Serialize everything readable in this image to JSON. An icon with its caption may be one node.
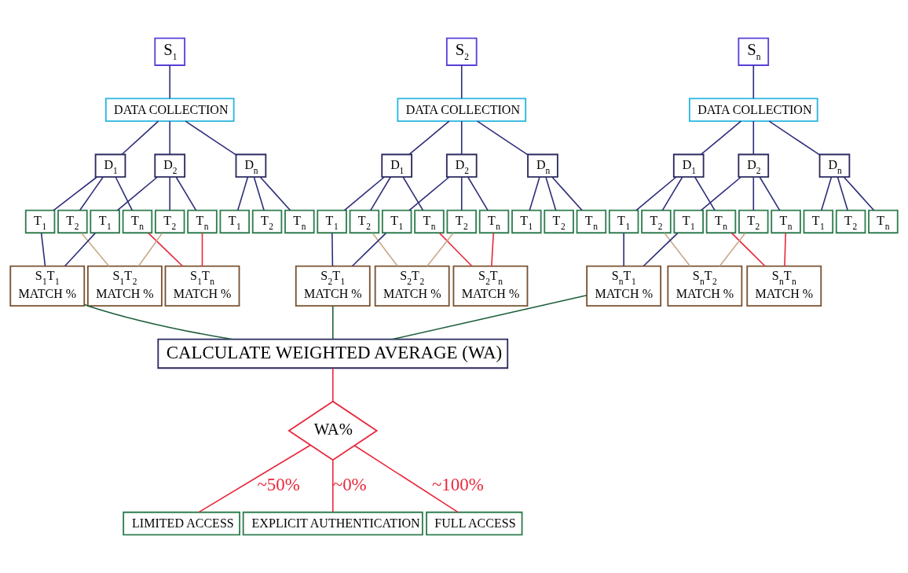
{
  "diagram": {
    "nodes": [
      {
        "text": [
          "S$_{1}$"
        ]
      },
      {
        "text": [
          "DATA COLLECTION"
        ]
      },
      {
        "text": [
          "D$_{1}$"
        ]
      },
      {
        "text": [
          "D$_{2}$"
        ]
      },
      {
        "text": [
          "D$_{n}$"
        ]
      },
      {
        "text": [
          "T$_{1}$"
        ]
      },
      {
        "text": [
          "T$_{2}$"
        ]
      },
      {
        "text": [
          "T$_{n}$"
        ]
      },
      {
        "text": [
          "T$_{1}$"
        ]
      },
      {
        "text": [
          "T$_{2}$"
        ]
      },
      {
        "text": [
          "T$_{n}$"
        ]
      },
      {
        "text": [
          "T$_{1}$"
        ]
      },
      {
        "text": [
          "T$_{2}$"
        ]
      },
      {
        "text": [
          "T$_{n}$"
        ]
      },
      {
        "text": [
          "S$_{1}$T$_{1}$",
          "MATCH %"
        ]
      },
      {
        "text": [
          "S$_{1}$T$_{2}$",
          "MATCH %"
        ]
      },
      {
        "text": [
          "S$_{1}$T$_{n}$",
          "MATCH %"
        ]
      },
      {
        "text": [
          "S$_{2}$"
        ]
      },
      {
        "text": [
          "DATA COLLECTION"
        ]
      },
      {
        "text": [
          "D$_{1}$"
        ]
      },
      {
        "text": [
          "D$_{2}$"
        ]
      },
      {
        "text": [
          "D$_{n}$"
        ]
      },
      {
        "text": [
          "T$_{1}$"
        ]
      },
      {
        "text": [
          "T$_{2}$"
        ]
      },
      {
        "text": [
          "T$_{n}$"
        ]
      },
      {
        "text": [
          "T$_{1}$"
        ]
      },
      {
        "text": [
          "T$_{2}$"
        ]
      },
      {
        "text": [
          "T$_{n}$"
        ]
      },
      {
        "text": [
          "T$_{1}$"
        ]
      },
      {
        "text": [
          "T$_{2}$"
        ]
      },
      {
        "text": [
          "T$_{n}$"
        ]
      },
      {
        "text": [
          "S$_{2}$T$_{1}$",
          "MATCH %"
        ]
      },
      {
        "text": [
          "S$_{2}$T$_{2}$",
          "MATCH %"
        ]
      },
      {
        "text": [
          "S$_{2}$T$_{n}$",
          "MATCH %"
        ]
      },
      {
        "text": [
          "S$_{n}$"
        ]
      },
      {
        "text": [
          "DATA COLLECTION"
        ]
      },
      {
        "text": [
          "D$_{1}$"
        ]
      },
      {
        "text": [
          "D$_{2}$"
        ]
      },
      {
        "text": [
          "D$_{n}$"
        ]
      },
      {
        "text": [
          "T$_{1}$"
        ]
      },
      {
        "text": [
          "T$_{2}$"
        ]
      },
      {
        "text": [
          "T$_{n}$"
        ]
      },
      {
        "text": [
          "T$_{1}$"
        ]
      },
      {
        "text": [
          "T$_{2}$"
        ]
      },
      {
        "text": [
          "T$_{n}$"
        ]
      },
      {
        "text": [
          "T$_{1}$"
        ]
      },
      {
        "text": [
          "T$_{2}$"
        ]
      },
      {
        "text": [
          "T$_{n}$"
        ]
      },
      {
        "text": [
          "S$_{n}$T$_{1}$",
          "MATCH %"
        ]
      },
      {
        "text": [
          "S$_{n}$T$_{2}$",
          "MATCH %"
        ]
      },
      {
        "text": [
          "S$_{n}$T$_{n}$",
          "MATCH %"
        ]
      },
      {
        "text": [
          "CALCULATE WEIGHTED AVERAGE (WA)"
        ]
      },
      {
        "text": [
          "WA%"
        ]
      },
      {
        "text": [
          "LIMITED ACCESS"
        ]
      },
      {
        "text": [
          "EXPLICIT AUTHENTICATION"
        ]
      },
      {
        "text": [
          "FULL ACCESS"
        ]
      }
    ],
    "edges": [
      {
        "from": 0,
        "to": 1,
        "arrow": "none"
      },
      {
        "from": 1,
        "to": 2,
        "arrow": "none"
      },
      {
        "from": 1,
        "to": 3,
        "arrow": "none"
      },
      {
        "from": 1,
        "to": 4,
        "arrow": "none"
      },
      {
        "from": 2,
        "to": 5,
        "arrow": "none"
      },
      {
        "from": 2,
        "to": 6,
        "arrow": "none"
      },
      {
        "from": 2,
        "to": 7,
        "arrow": "none"
      },
      {
        "from": 3,
        "to": 8,
        "arrow": "none"
      },
      {
        "from": 3,
        "to": 9,
        "arrow": "none"
      },
      {
        "from": 3,
        "to": 10,
        "arrow": "none"
      },
      {
        "from": 4,
        "to": 11,
        "arrow": "none"
      },
      {
        "from": 4,
        "to": 12,
        "arrow": "none"
      },
      {
        "from": 4,
        "to": 13,
        "arrow": "none"
      },
      {
        "from": 5,
        "to": 14,
        "arrow": "none"
      },
      {
        "from": 8,
        "to": 14,
        "arrow": "none"
      },
      {
        "from": 6,
        "to": 15,
        "arrow": "none",
        "color": "#c9a98a"
      },
      {
        "from": 9,
        "to": 15,
        "arrow": "none",
        "color": "#c9a98a"
      },
      {
        "from": 7,
        "to": 16,
        "arrow": "none",
        "color": "#e8283c"
      },
      {
        "from": 10,
        "to": 16,
        "arrow": "none",
        "color": "#e8283c"
      },
      {
        "from": 17,
        "to": 18,
        "arrow": "none"
      },
      {
        "from": 18,
        "to": 19,
        "arrow": "none"
      },
      {
        "from": 18,
        "to": 20,
        "arrow": "none"
      },
      {
        "from": 18,
        "to": 21,
        "arrow": "none"
      },
      {
        "from": 19,
        "to": 22,
        "arrow": "none"
      },
      {
        "from": 19,
        "to": 23,
        "arrow": "none"
      },
      {
        "from": 19,
        "to": 24,
        "arrow": "none"
      },
      {
        "from": 20,
        "to": 25,
        "arrow": "none"
      },
      {
        "from": 20,
        "to": 26,
        "arrow": "none"
      },
      {
        "from": 20,
        "to": 27,
        "arrow": "none"
      },
      {
        "from": 21,
        "to": 28,
        "arrow": "none"
      },
      {
        "from": 21,
        "to": 29,
        "arrow": "none"
      },
      {
        "from": 21,
        "to": 30,
        "arrow": "none"
      },
      {
        "from": 22,
        "to": 31,
        "arrow": "none"
      },
      {
        "from": 25,
        "to": 31,
        "arrow": "none"
      },
      {
        "from": 23,
        "to": 32,
        "arrow": "none",
        "color": "#c9a98a"
      },
      {
        "from": 26,
        "to": 32,
        "arrow": "none",
        "color": "#c9a98a"
      },
      {
        "from": 24,
        "to": 33,
        "arrow": "none",
        "color": "#e8283c"
      },
      {
        "from": 27,
        "to": 33,
        "arrow": "none",
        "color": "#e8283c"
      },
      {
        "from": 34,
        "to": 35,
        "arrow": "none"
      },
      {
        "from": 35,
        "to": 36,
        "arrow": "none"
      },
      {
        "from": 35,
        "to": 37,
        "arrow": "none"
      },
      {
        "from": 35,
        "to": 38,
        "arrow": "none"
      },
      {
        "from": 36,
        "to": 39,
        "arrow": "none"
      },
      {
        "from": 36,
        "to": 40,
        "arrow": "none"
      },
      {
        "from": 36,
        "to": 41,
        "arrow": "none"
      },
      {
        "from": 37,
        "to": 42,
        "arrow": "none"
      },
      {
        "from": 37,
        "to": 43,
        "arrow": "none"
      },
      {
        "from": 37,
        "to": 44,
        "arrow": "none"
      },
      {
        "from": 38,
        "to": 45,
        "arrow": "none"
      },
      {
        "from": 38,
        "to": 46,
        "arrow": "none"
      },
      {
        "from": 38,
        "to": 47,
        "arrow": "none"
      },
      {
        "from": 39,
        "to": 48,
        "arrow": "none"
      },
      {
        "from": 42,
        "to": 48,
        "arrow": "none"
      },
      {
        "from": 40,
        "to": 49,
        "arrow": "none",
        "color": "#c9a98a"
      },
      {
        "from": 43,
        "to": 49,
        "arrow": "none",
        "color": "#c9a98a"
      },
      {
        "from": 41,
        "to": 50,
        "arrow": "none",
        "color": "#e8283c"
      },
      {
        "from": 44,
        "to": 50,
        "arrow": "none",
        "color": "#e8283c"
      },
      {
        "from": 14,
        "to": 51,
        "arrow": "none",
        "color": "#1e5e3a"
      },
      {
        "from": 31,
        "to": 51,
        "arrow": "none",
        "color": "#1e5e3a"
      },
      {
        "from": 48,
        "to": 51,
        "arrow": "none",
        "color": "#1e5e3a"
      },
      {
        "from": 51,
        "to": 52,
        "arrow": "none",
        "color": "#e8283c"
      },
      {
        "from": 52,
        "to": 53,
        "arrow": "none",
        "color": "#e8283c",
        "label": "~50%"
      },
      {
        "from": 52,
        "to": 54,
        "arrow": "none",
        "color": "#e8283c",
        "label": "~0%"
      },
      {
        "from": 52,
        "to": 55,
        "arrow": "none",
        "color": "#e8283c",
        "label": "~100%"
      }
    ]
  }
}
